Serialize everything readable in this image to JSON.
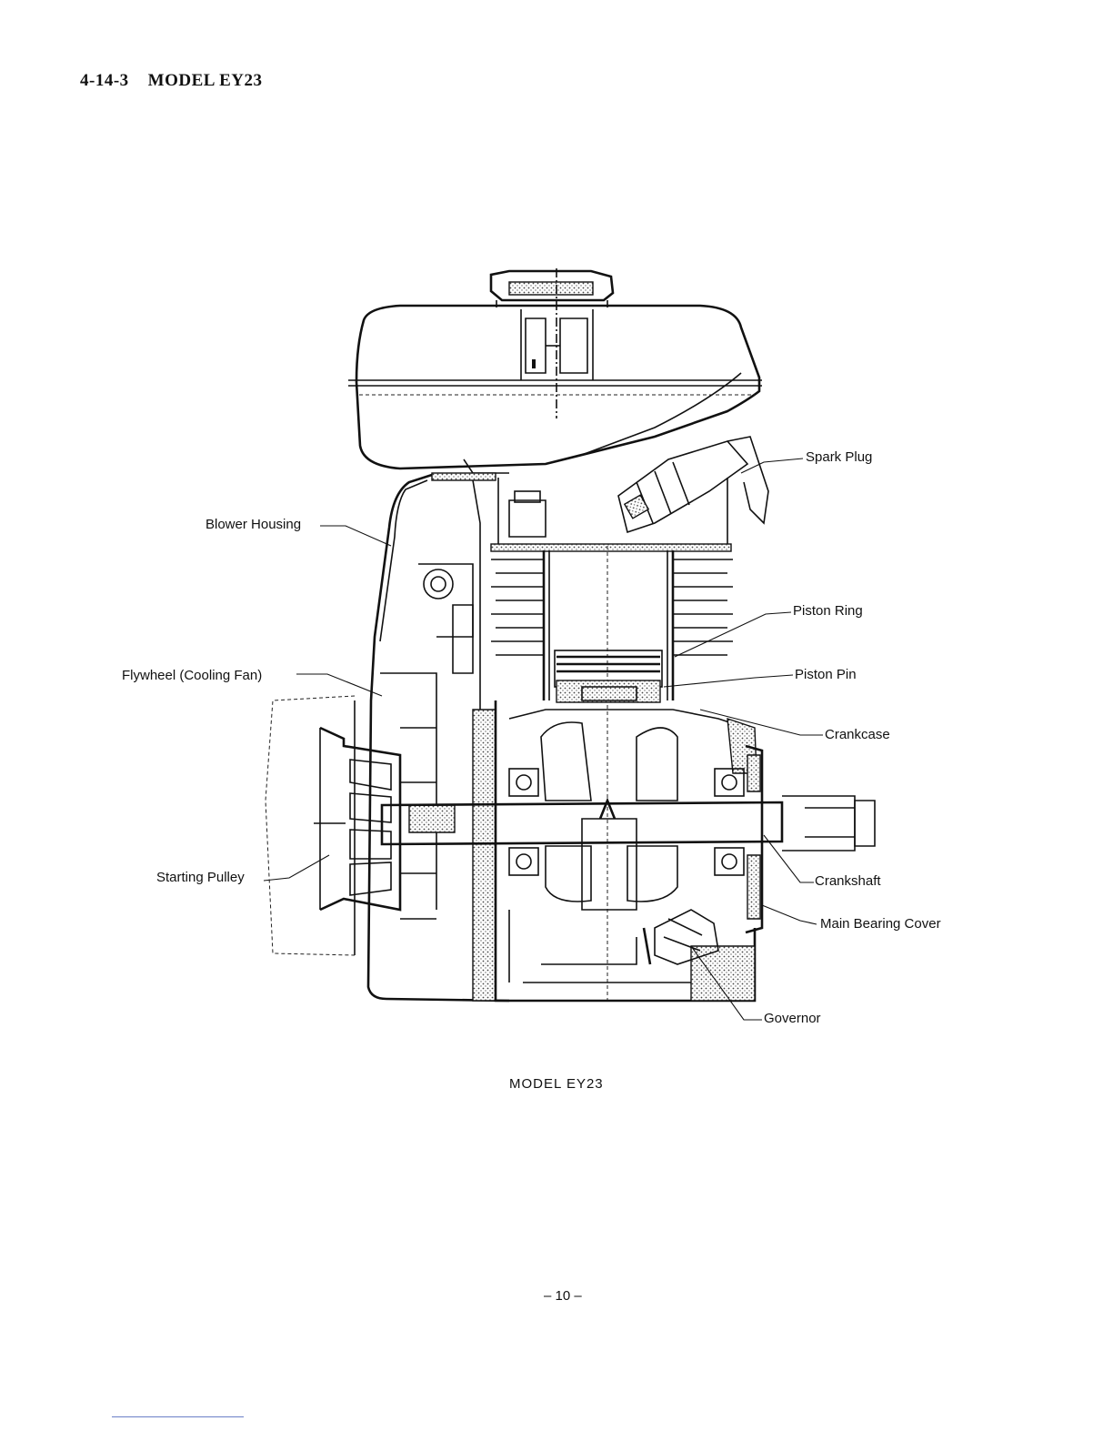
{
  "heading": "4-14-3    MODEL EY23",
  "labels": {
    "spark_plug": "Spark Plug",
    "blower_housing": "Blower Housing",
    "piston_ring": "Piston Ring",
    "flywheel": "Flywheel (Cooling Fan)",
    "piston_pin": "Piston Pin",
    "crankcase": "Crankcase",
    "crankshaft": "Crankshaft",
    "starting_pulley": "Starting Pulley",
    "main_bearing_cover": "Main Bearing Cover",
    "governor": "Governor"
  },
  "caption": "MODEL EY23",
  "page_number": "– 10 –",
  "colors": {
    "ink": "#111111",
    "footer_rule": "#6b7fc7"
  }
}
